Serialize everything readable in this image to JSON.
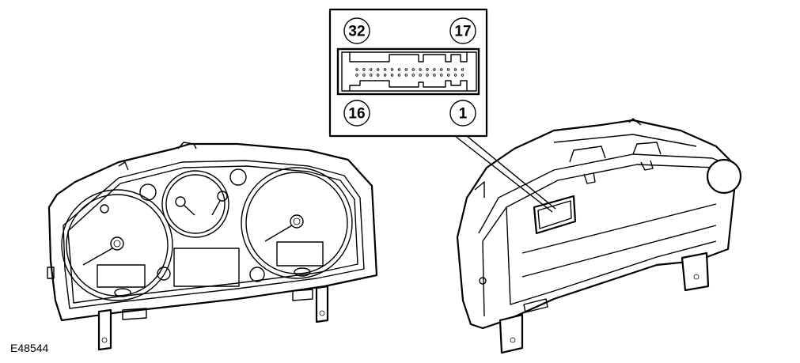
{
  "figure_id": "E48544",
  "connector": {
    "pin_labels": {
      "top_left": "32",
      "top_right": "17",
      "bottom_left": "16",
      "bottom_right": "1"
    },
    "pins_per_row": 16,
    "rows": 2
  },
  "views": [
    "instrument-cluster-front",
    "instrument-cluster-rear"
  ]
}
